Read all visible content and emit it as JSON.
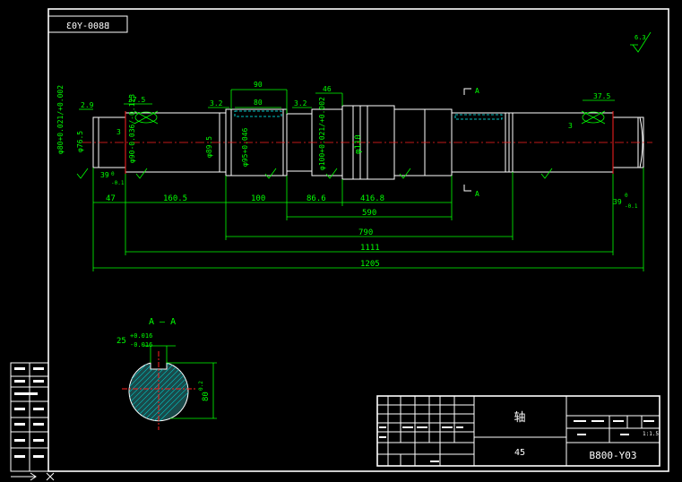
{
  "drawing": {
    "mirror_code": "B800-Y03",
    "roughness_corner": "6.3",
    "roughness_local": "3.2",
    "section_marker": "A",
    "section_title": "A — A"
  },
  "diameters": {
    "d1": "φ80+0.021/+0.002",
    "d2": "φ76.5",
    "d3": "φ90-0.036/-0.123",
    "d4": "φ89.5",
    "d5": "φ95+0.046",
    "d6": "φ100+0.021/+0.002",
    "d7": "φ110"
  },
  "lengths": {
    "l_47": "47",
    "l_160": "160.5",
    "l_100": "100",
    "l_86": "86.6",
    "l_416": "416.8",
    "l_590": "590",
    "l_790": "790",
    "l_1111": "1111",
    "l_1205": "1205",
    "top_29": "2.9",
    "top_375a": "37.5",
    "top_32a": "3.2",
    "top_90": "90",
    "top_80": "80",
    "top_32b": "3.2",
    "top_46": "46",
    "top_375b": "37.5",
    "small_39a": "39",
    "small_01a": "0",
    "small_01b": "-0.1",
    "small_39b": "39",
    "small_01c": "0",
    "small_01d": "-0.1",
    "num_3a": "3",
    "num_3b": "3"
  },
  "section": {
    "key_width": "25",
    "key_tol_top": "+0.016",
    "key_tol_bot": "-0.016",
    "depth": "80",
    "depth_tol": "0.2"
  },
  "title_block": {
    "part_name": "轴",
    "material": "45",
    "drawing_number": "B800-Y03",
    "scale": "1:1.5"
  }
}
